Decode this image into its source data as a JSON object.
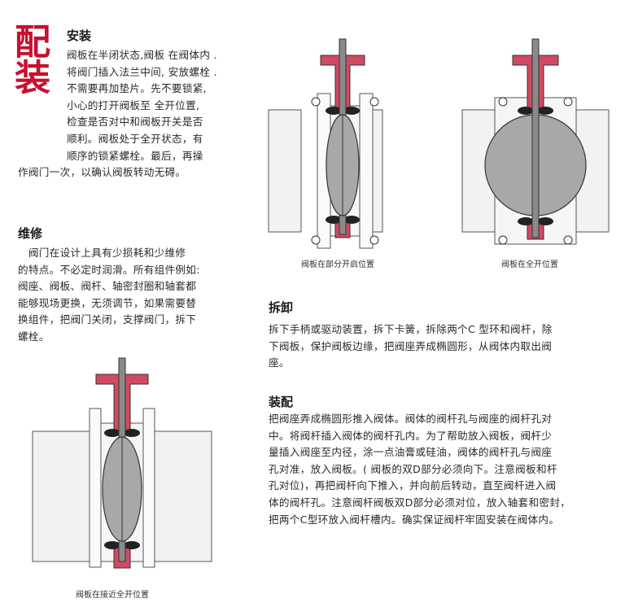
{
  "stamp": "配装",
  "install": {
    "heading": "安装",
    "lines": [
      "阀板在半闭状态,阀板 在阀体内 .",
      "将阀门插入法兰中间, 安放螺栓 .",
      "不需要再加垫片。先不要锁紧,",
      "小心的打开阀板至 全开位置,",
      "检查是否对中和阀板开关是否",
      "顺利。阀板处于全开状态，有",
      "顺序的锁紧螺栓。最后，再操",
      "作阀门一次，以确认阀板转动无碍。"
    ]
  },
  "maintain": {
    "heading": "维修",
    "lines": [
      "　阀门在设计上具有少损耗和少维修",
      "的特点。不必定时润滑。所有组件例如:",
      "阀座、阀板、阀杆、轴密封圈和轴套都",
      "能够现场更换，无须调节，如果需要替",
      "换组件，把阀门关闭，支撑阀门，拆下",
      "螺栓。"
    ]
  },
  "disassemble": {
    "heading": "拆卸",
    "lines": [
      "拆下手柄或驱动装置，拆下卡簧，拆除两个C 型环和阀杆，除",
      "下阀板，保护阀板边缘，把阀座弄成椭圆形，从阀体内取出阀",
      "座。"
    ]
  },
  "assemble": {
    "heading": "装配",
    "lines": [
      "把阀座弄成椭圆形推入阀体。阀体的阀杆孔与阀座的阀杆孔对",
      "中。将阀杆插入阀体的阀杆孔内。为了帮助放入阀板，阀杆少",
      "量插入阀座至内径，涂一点油膏或硅油，阀体的阀杆孔与阀座",
      "孔对准，放入阀板。( 阀板的双D部分必须向下。注意阀板和杆",
      "孔对位)，再把阀杆向下推入，并向前后转动，直至阀杆进入阀",
      "体的阀杆孔。注意阀杆阀板双D部分必须对位，放入轴套和密封，",
      "把两个C型环放入阀杆槽内。确实保证阀杆牢固安装在阀体内。"
    ]
  },
  "captions": {
    "partial": "阀板在部分开启位置",
    "full": "阀板在全开位置",
    "near_full": "阀板在接近全开位置"
  },
  "colors": {
    "stamp": "#c8102e",
    "seat": "#d04a62",
    "disc": "#a8a8a8",
    "pipe": "#f2f2f2",
    "stem": "#8a8a8a"
  }
}
